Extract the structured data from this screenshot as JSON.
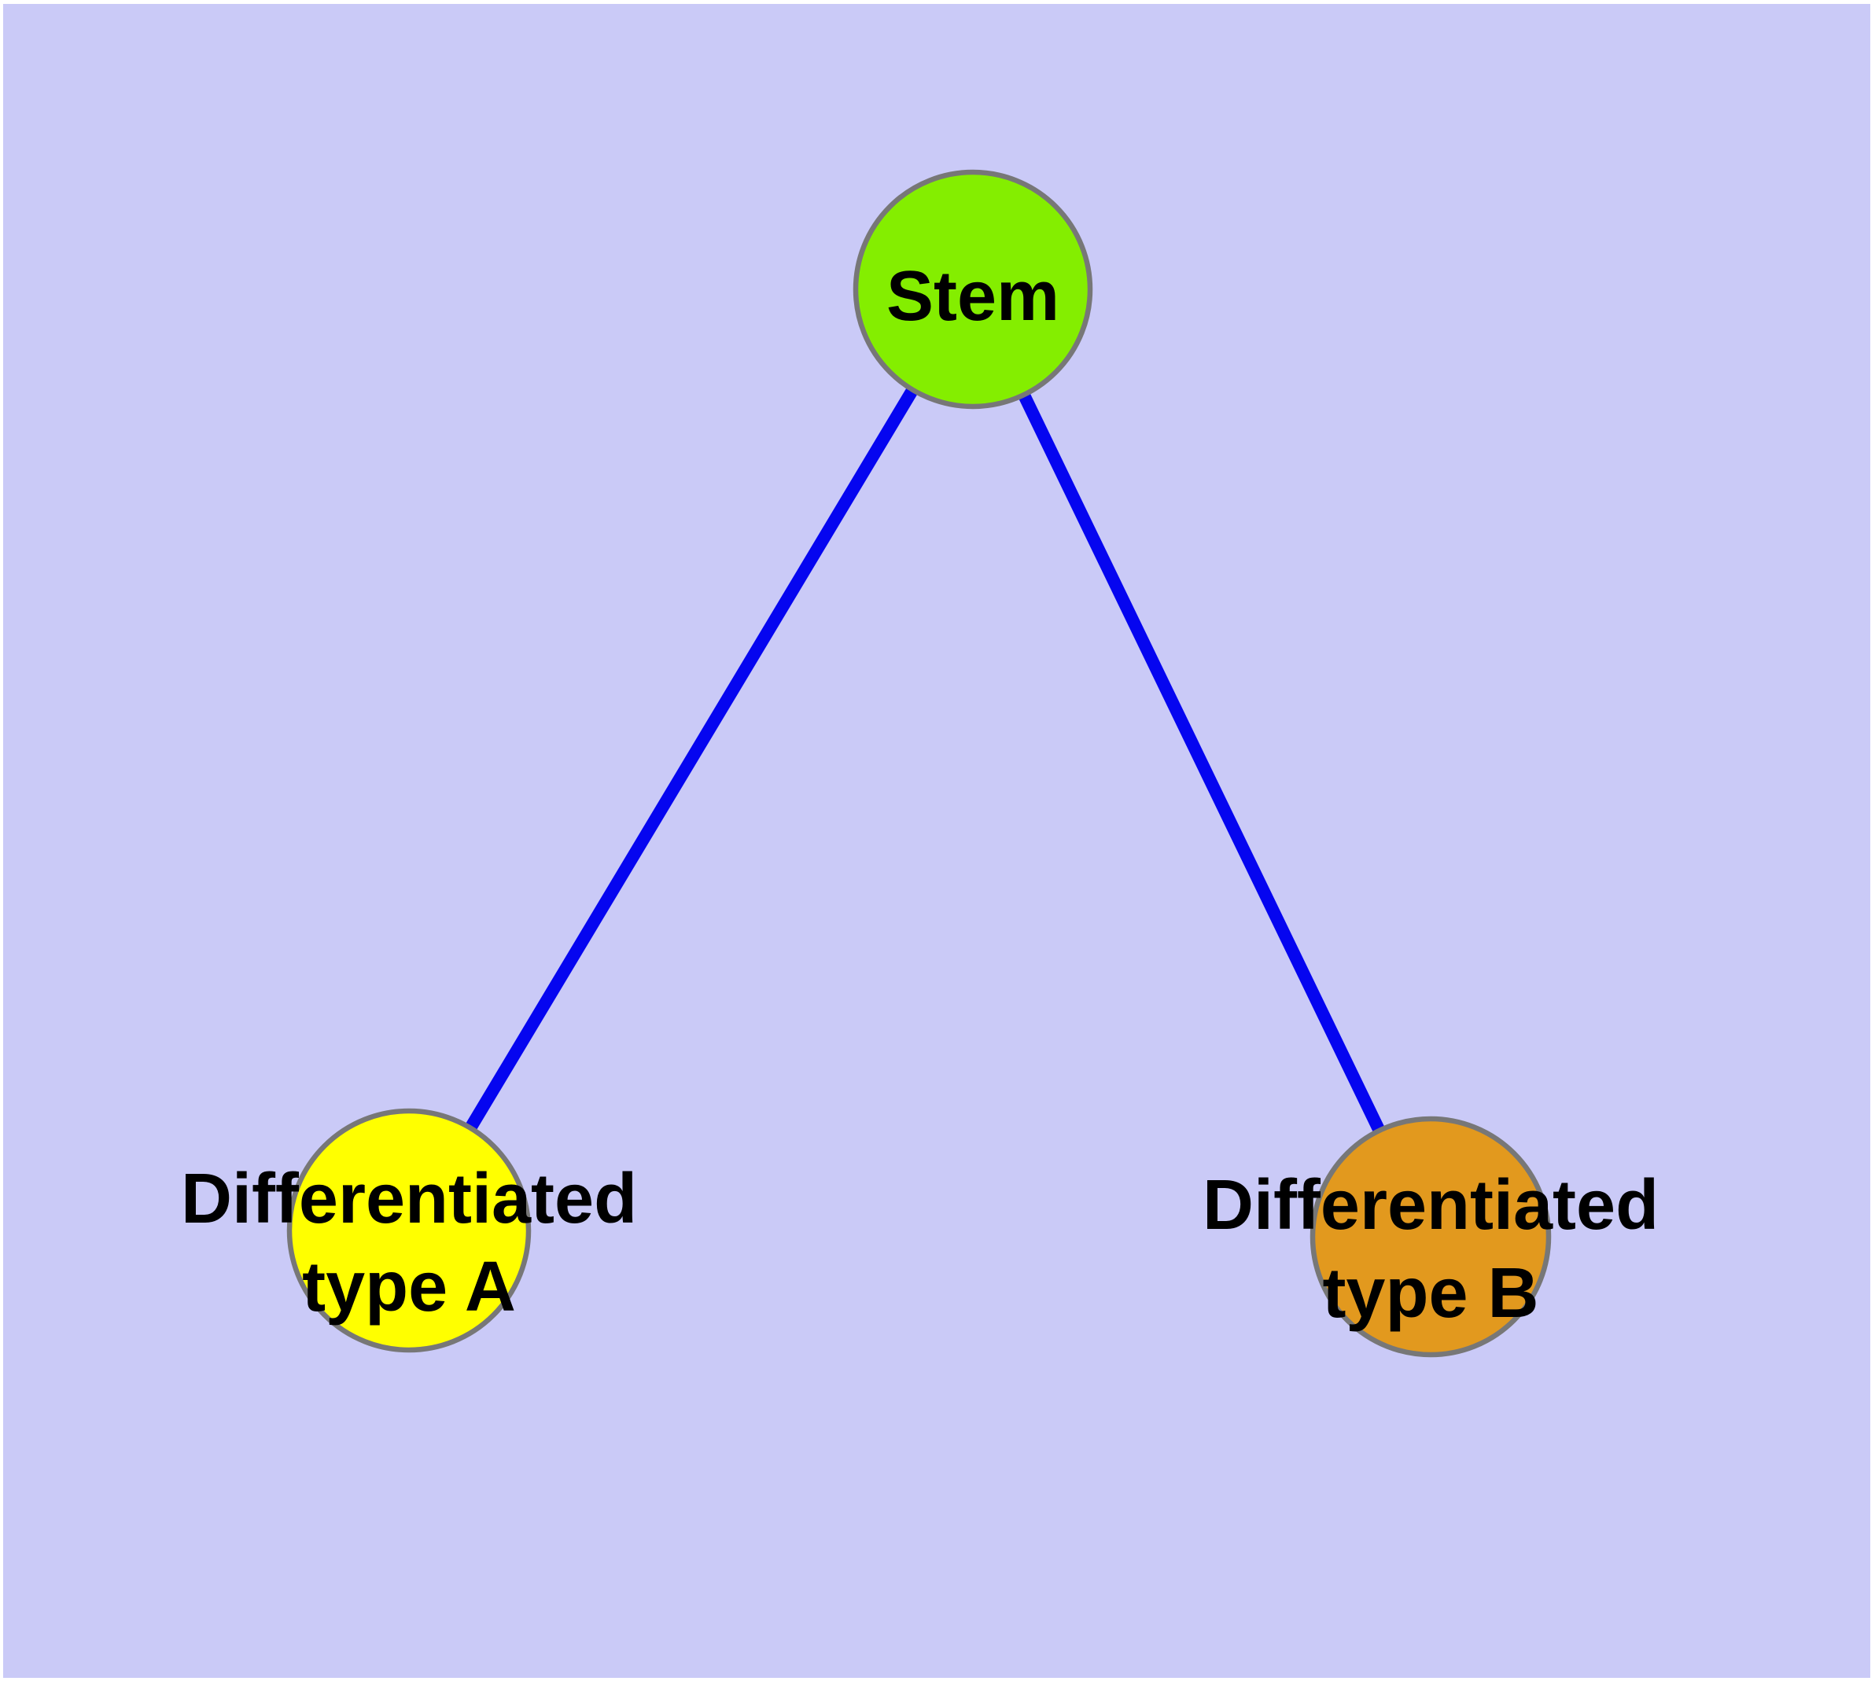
{
  "diagram": {
    "type": "node-link-graph",
    "background_color": "#cacaf7",
    "page_margin_color": "#ffffff",
    "edge_color": "#0505f0",
    "node_border_color": "#777777",
    "label_color": "#000000",
    "nodes": {
      "stem": {
        "label": "Stem",
        "fill": "#84ee00"
      },
      "type_a": {
        "label_line1": "Differentiated",
        "label_line2": "type A",
        "fill": "#ffff00"
      },
      "type_b": {
        "label_line1": "Differentiated",
        "label_line2": "type B",
        "fill": "#e2991e"
      }
    },
    "edges": [
      {
        "from": "Stem",
        "to": "Differentiated type A"
      },
      {
        "from": "Stem",
        "to": "Differentiated type B"
      }
    ]
  }
}
